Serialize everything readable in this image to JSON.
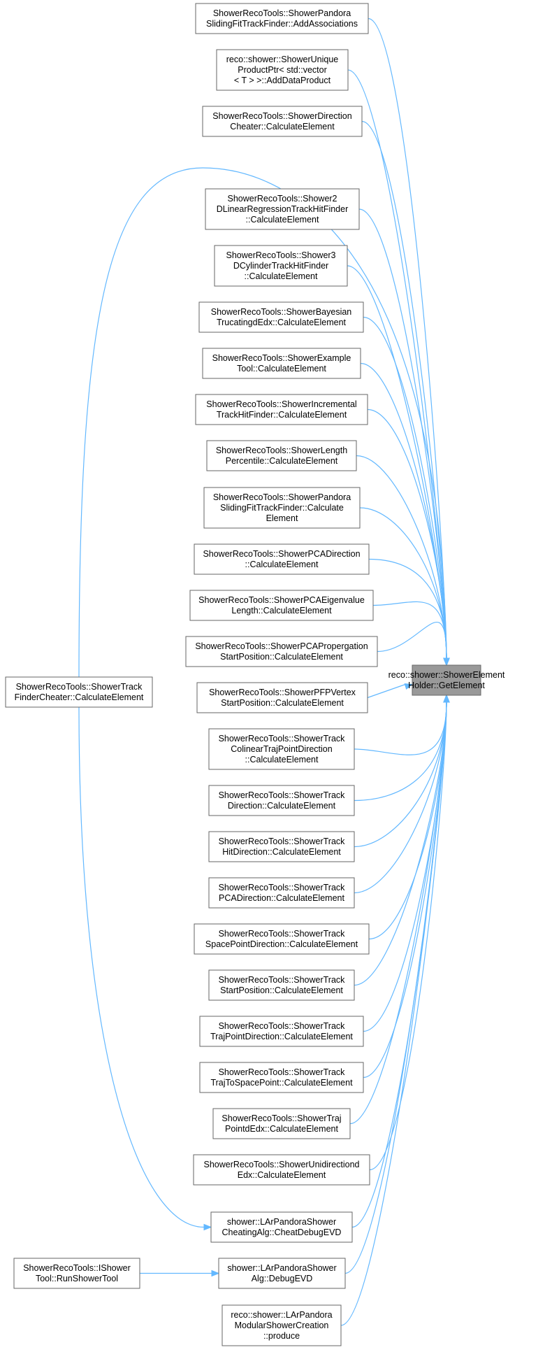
{
  "target": {
    "id": "target",
    "lines": [
      "reco::shower::ShowerElement",
      "Holder::GetElement"
    ]
  },
  "nodes": [
    {
      "id": "n1",
      "lines": [
        "ShowerRecoTools::ShowerPandora",
        "SlidingFitTrackFinder::AddAssociations"
      ]
    },
    {
      "id": "n2",
      "lines": [
        "reco::shower::ShowerUnique",
        "ProductPtr< std::vector",
        "< T > >::AddDataProduct"
      ]
    },
    {
      "id": "n3",
      "lines": [
        "ShowerRecoTools::ShowerDirection",
        "Cheater::CalculateElement"
      ]
    },
    {
      "id": "n4",
      "lines": [
        "ShowerRecoTools::Shower2",
        "DLinearRegressionTrackHitFinder",
        "::CalculateElement"
      ]
    },
    {
      "id": "n5",
      "lines": [
        "ShowerRecoTools::Shower3",
        "DCylinderTrackHitFinder",
        "::CalculateElement"
      ]
    },
    {
      "id": "n6",
      "lines": [
        "ShowerRecoTools::ShowerBayesian",
        "TrucatingdEdx::CalculateElement"
      ]
    },
    {
      "id": "n7",
      "lines": [
        "ShowerRecoTools::ShowerExample",
        "Tool::CalculateElement"
      ]
    },
    {
      "id": "n8",
      "lines": [
        "ShowerRecoTools::ShowerIncremental",
        "TrackHitFinder::CalculateElement"
      ]
    },
    {
      "id": "n9",
      "lines": [
        "ShowerRecoTools::ShowerLength",
        "Percentile::CalculateElement"
      ]
    },
    {
      "id": "n10",
      "lines": [
        "ShowerRecoTools::ShowerPandora",
        "SlidingFitTrackFinder::Calculate",
        "Element"
      ]
    },
    {
      "id": "n11",
      "lines": [
        "ShowerRecoTools::ShowerPCADirection",
        "::CalculateElement"
      ]
    },
    {
      "id": "n12",
      "lines": [
        "ShowerRecoTools::ShowerPCAEigenvalue",
        "Length::CalculateElement"
      ]
    },
    {
      "id": "n13",
      "lines": [
        "ShowerRecoTools::ShowerPCAPropergation",
        "StartPosition::CalculateElement"
      ]
    },
    {
      "id": "n14",
      "lines": [
        "ShowerRecoTools::ShowerPFPVertex",
        "StartPosition::CalculateElement"
      ]
    },
    {
      "id": "n15",
      "lines": [
        "ShowerRecoTools::ShowerTrack",
        "ColinearTrajPointDirection",
        "::CalculateElement"
      ]
    },
    {
      "id": "n16",
      "lines": [
        "ShowerRecoTools::ShowerTrack",
        "Direction::CalculateElement"
      ]
    },
    {
      "id": "n17",
      "lines": [
        "ShowerRecoTools::ShowerTrack",
        "HitDirection::CalculateElement"
      ]
    },
    {
      "id": "n18",
      "lines": [
        "ShowerRecoTools::ShowerTrack",
        "PCADirection::CalculateElement"
      ]
    },
    {
      "id": "n19",
      "lines": [
        "ShowerRecoTools::ShowerTrack",
        "SpacePointDirection::CalculateElement"
      ]
    },
    {
      "id": "n20",
      "lines": [
        "ShowerRecoTools::ShowerTrack",
        "StartPosition::CalculateElement"
      ]
    },
    {
      "id": "n21",
      "lines": [
        "ShowerRecoTools::ShowerTrack",
        "TrajPointDirection::CalculateElement"
      ]
    },
    {
      "id": "n22",
      "lines": [
        "ShowerRecoTools::ShowerTrack",
        "TrajToSpacePoint::CalculateElement"
      ]
    },
    {
      "id": "n23",
      "lines": [
        "ShowerRecoTools::ShowerTraj",
        "PointdEdx::CalculateElement"
      ]
    },
    {
      "id": "n24",
      "lines": [
        "ShowerRecoTools::ShowerUnidirectiond",
        "Edx::CalculateElement"
      ]
    },
    {
      "id": "n25",
      "lines": [
        "shower::LArPandoraShower",
        "CheatingAlg::CheatDebugEVD"
      ]
    },
    {
      "id": "n26",
      "lines": [
        "shower::LArPandoraShower",
        "Alg::DebugEVD"
      ]
    },
    {
      "id": "n27",
      "lines": [
        "reco::shower::LArPandora",
        "ModularShowerCreation",
        "::produce"
      ]
    },
    {
      "id": "n28",
      "lines": [
        "ShowerRecoTools::ShowerTrack",
        "FinderCheater::CalculateElement"
      ]
    },
    {
      "id": "n29",
      "lines": [
        "ShowerRecoTools::IShower",
        "Tool::RunShowerTool"
      ]
    }
  ],
  "edges": [
    {
      "from": "n1",
      "to": "target"
    },
    {
      "from": "n2",
      "to": "target"
    },
    {
      "from": "n3",
      "to": "target"
    },
    {
      "from": "n4",
      "to": "target"
    },
    {
      "from": "n5",
      "to": "target"
    },
    {
      "from": "n6",
      "to": "target"
    },
    {
      "from": "n7",
      "to": "target"
    },
    {
      "from": "n8",
      "to": "target"
    },
    {
      "from": "n9",
      "to": "target"
    },
    {
      "from": "n10",
      "to": "target"
    },
    {
      "from": "n11",
      "to": "target"
    },
    {
      "from": "n12",
      "to": "target"
    },
    {
      "from": "n13",
      "to": "target"
    },
    {
      "from": "n14",
      "to": "target"
    },
    {
      "from": "n15",
      "to": "target"
    },
    {
      "from": "n16",
      "to": "target"
    },
    {
      "from": "n17",
      "to": "target"
    },
    {
      "from": "n18",
      "to": "target"
    },
    {
      "from": "n19",
      "to": "target"
    },
    {
      "from": "n20",
      "to": "target"
    },
    {
      "from": "n21",
      "to": "target"
    },
    {
      "from": "n22",
      "to": "target"
    },
    {
      "from": "n23",
      "to": "target"
    },
    {
      "from": "n24",
      "to": "target"
    },
    {
      "from": "n25",
      "to": "target"
    },
    {
      "from": "n26",
      "to": "target"
    },
    {
      "from": "n27",
      "to": "target"
    },
    {
      "from": "n28",
      "to": "target"
    },
    {
      "from": "n28",
      "to": "n25"
    },
    {
      "from": "n29",
      "to": "n26"
    }
  ],
  "colors": {
    "edge": "#63b8ff",
    "target_fill": "#999999",
    "node_border": "#666666"
  }
}
